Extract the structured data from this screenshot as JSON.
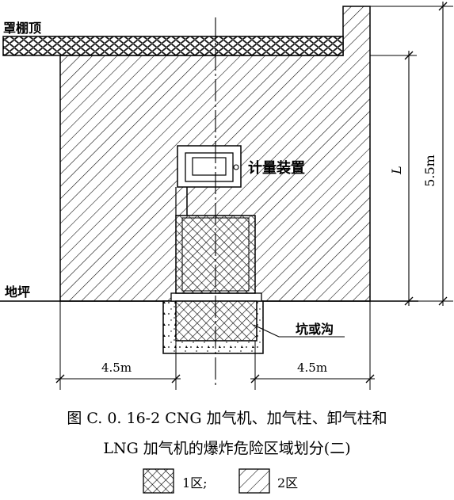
{
  "labels": {
    "canopy_roof": "罩棚顶",
    "metering_device": "计量装置",
    "ground": "地坪",
    "pit_or_trench": "坑或沟"
  },
  "dimensions": {
    "left_distance": "4.5m",
    "right_distance": "4.5m",
    "height_l": "L",
    "height_total": "5.5m"
  },
  "caption": {
    "line1": "图 C. 0. 16-2   CNG 加气机、加气柱、卸气柱和",
    "line2": "LNG 加气机的爆炸危险区域划分(二)"
  },
  "legend": {
    "zone1": "1区;",
    "zone2": "2区"
  }
}
